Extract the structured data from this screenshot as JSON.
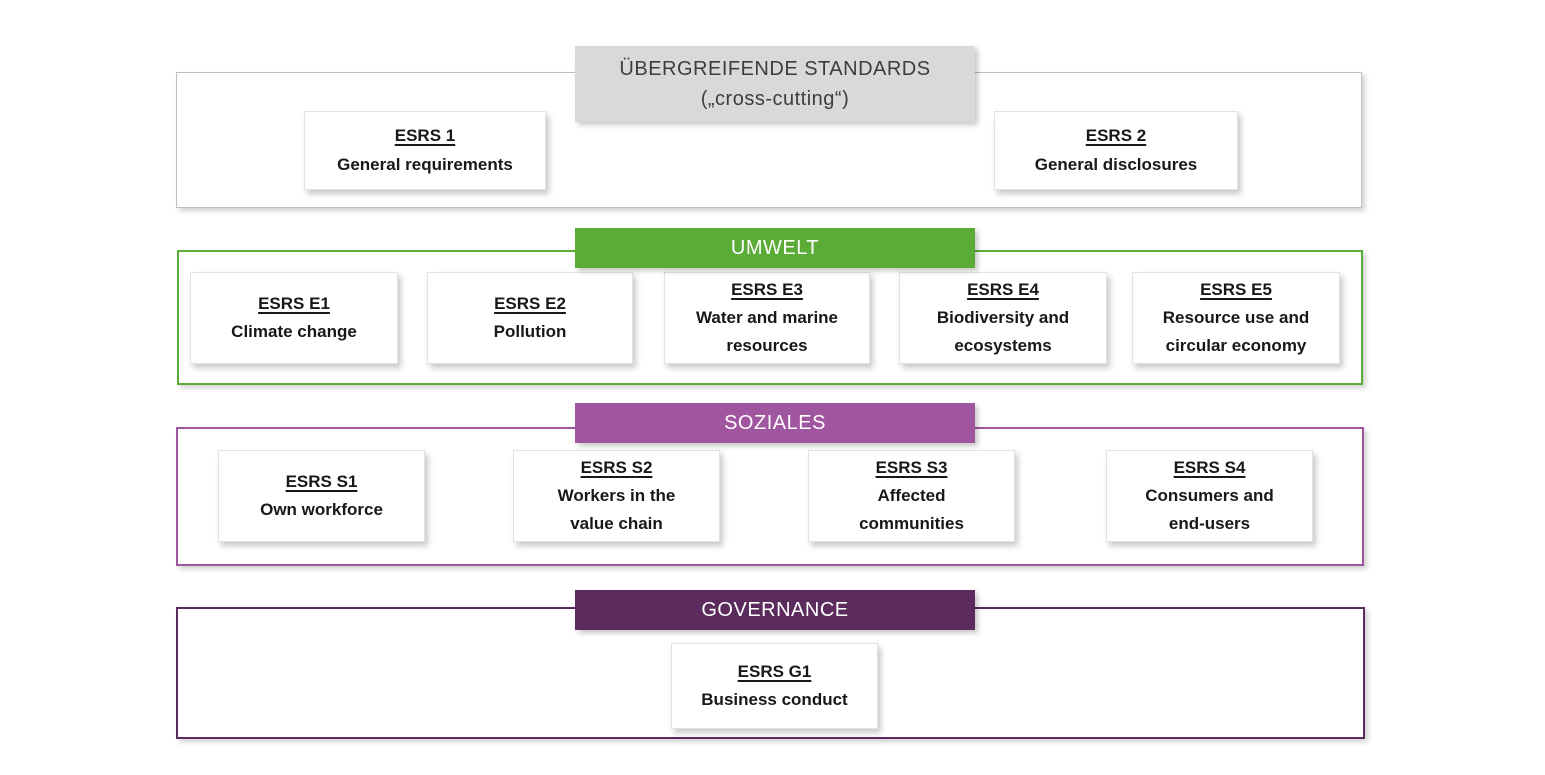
{
  "sections": [
    {
      "name": "cross-cutting",
      "header": {
        "line1": "ÜBERGREIFENDE  STANDARDS",
        "line2": "(„cross-cutting“)",
        "bg": "#d9d9d9",
        "text_color": "#3d3d3d"
      },
      "border_color": "#bfbfbf",
      "cards": [
        {
          "title": "ESRS 1",
          "subtitle": "General requirements"
        },
        {
          "title": "ESRS 2",
          "subtitle": "General disclosures"
        }
      ]
    },
    {
      "name": "umwelt",
      "header": {
        "label": "UMWELT",
        "bg": "#5bac36",
        "text_color": "#ffffff"
      },
      "border_color": "#5bac36",
      "cards": [
        {
          "title": "ESRS E1",
          "subtitle": "Climate change"
        },
        {
          "title": "ESRS E2",
          "subtitle": "Pollution"
        },
        {
          "title": "ESRS E3",
          "subtitle": "Water and marine resources"
        },
        {
          "title": "ESRS E4",
          "subtitle": "Biodiversity and ecosystems"
        },
        {
          "title": "ESRS E5",
          "subtitle": "Resource use and circular economy"
        }
      ]
    },
    {
      "name": "soziales",
      "header": {
        "label": "SOZIALES",
        "bg": "#a0569e",
        "text_color": "#ffffff"
      },
      "border_color": "#a0569e",
      "cards": [
        {
          "title": "ESRS S1",
          "subtitle": "Own workforce"
        },
        {
          "title": "ESRS S2",
          "subtitle": "Workers in the value chain"
        },
        {
          "title": "ESRS S3",
          "subtitle": "Affected communities"
        },
        {
          "title": "ESRS S4",
          "subtitle": "Consumers and end-users"
        }
      ]
    },
    {
      "name": "governance",
      "header": {
        "label": "GOVERNANCE",
        "bg": "#5b2b5e",
        "text_color": "#ffffff"
      },
      "border_color": "#5b2b5e",
      "cards": [
        {
          "title": "ESRS G1",
          "subtitle": "Business conduct"
        }
      ]
    }
  ]
}
